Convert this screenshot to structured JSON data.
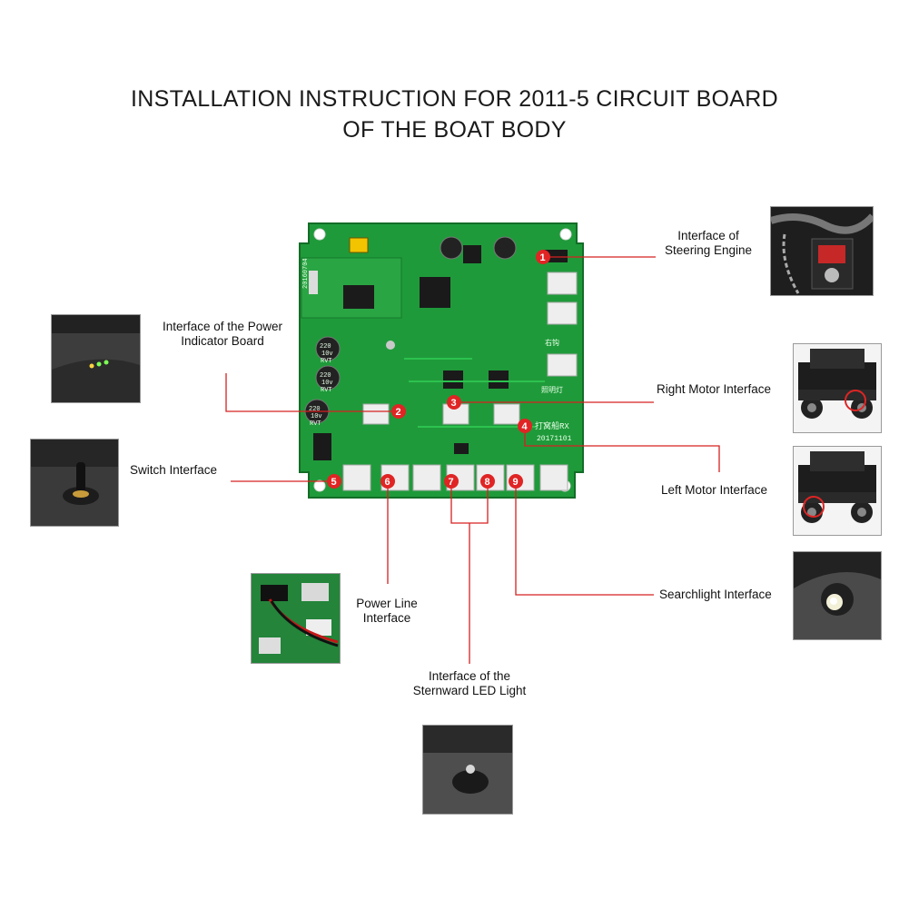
{
  "title": {
    "line1": "INSTALLATION INSTRUCTION FOR 2011-5 CIRCUIT BOARD",
    "line2": "OF THE BOAT BODY"
  },
  "labels": {
    "steering": [
      "Interface of",
      "Steering Engine"
    ],
    "power_indicator": [
      "Interface of the Power",
      "Indicator Board"
    ],
    "right_motor": "Right Motor Interface",
    "switch": "Switch Interface",
    "left_motor": "Left Motor Interface",
    "power_line": [
      "Power Line",
      "Interface"
    ],
    "searchlight": "Searchlight Interface",
    "sternward": [
      "Interface of the",
      "Sternward LED Light"
    ]
  },
  "markers": [
    "1",
    "2",
    "3",
    "4",
    "5",
    "6",
    "7",
    "8",
    "9"
  ],
  "board_silkscreen": {
    "date_top": "20160704",
    "cap_value": "220",
    "cap_voltage": "10v",
    "cap_brand": "RVT",
    "chinese_label": "打窝船RX",
    "date_bottom": "20171101",
    "right_hook": "右钩",
    "lighting": "照明灯"
  },
  "colors": {
    "pcb": "#1f9a3a",
    "pcb_dark": "#157a2b",
    "leader": "#d62020",
    "marker": "#e02424"
  }
}
